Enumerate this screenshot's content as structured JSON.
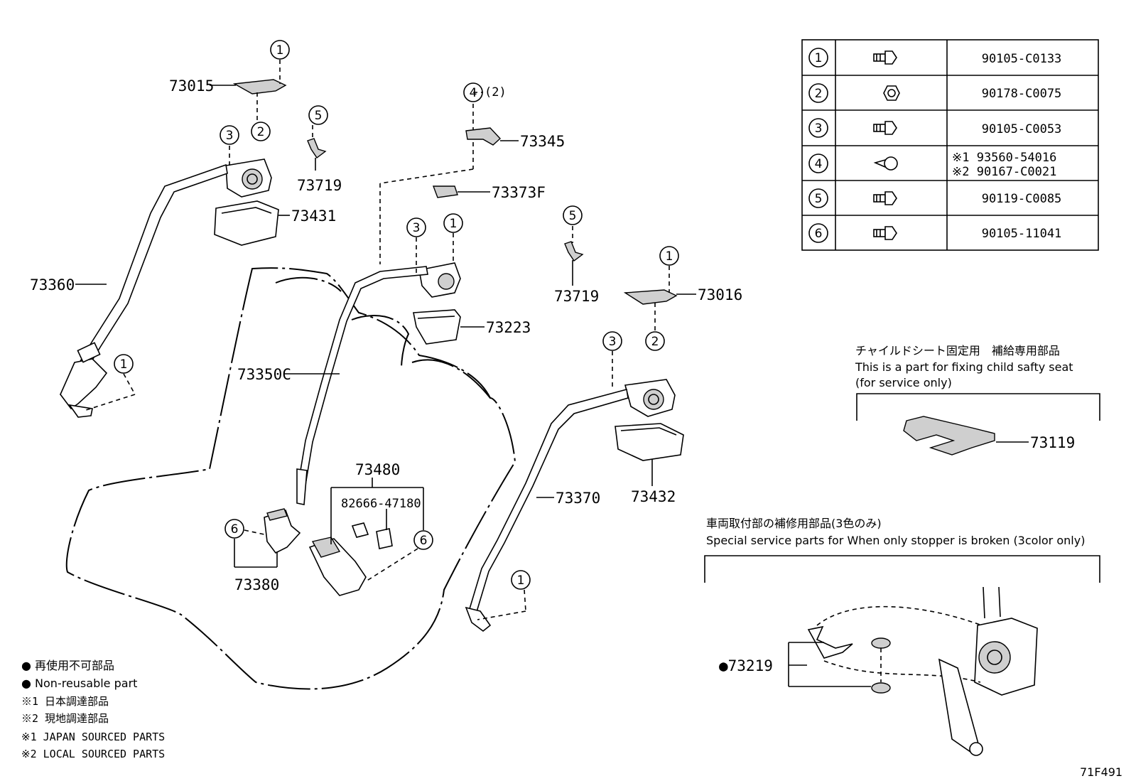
{
  "parts_table": [
    {
      "num": "1",
      "part_no": "90105-C0133",
      "fastener_icon": "bolt-icon"
    },
    {
      "num": "2",
      "part_no": "90178-C0075",
      "fastener_icon": "nut-icon"
    },
    {
      "num": "3",
      "part_no": "90105-C0053",
      "fastener_icon": "bolt-icon"
    },
    {
      "num": "4",
      "part_no_1": "※1 93560-54016",
      "part_no_2": "※2 90167-C0021",
      "fastener_icon": "screw-icon"
    },
    {
      "num": "5",
      "part_no": "90119-C0085",
      "fastener_icon": "bolt-icon"
    },
    {
      "num": "6",
      "part_no": "90105-11041",
      "fastener_icon": "bolt-icon"
    }
  ],
  "callouts": {
    "c1": "①",
    "c2": "②",
    "c3": "③",
    "c4": "④",
    "c5": "⑤",
    "c6": "⑥",
    "qty_2": "(2)"
  },
  "parts": {
    "p73015": "73015",
    "p73719a": "73719",
    "p73345": "73345",
    "p73373f": "73373F",
    "p73431": "73431",
    "p73360": "73360",
    "p73223": "73223",
    "p73350c": "73350C",
    "p73719b": "73719",
    "p73016": "73016",
    "p73370": "73370",
    "p73432": "73432",
    "p73480": "73480",
    "p82666": "82666-47180",
    "p73380": "73380",
    "p73119": "73119",
    "p73219": "●73219"
  },
  "child_seat_box": {
    "title_jp": "チャイルドシート固定用　補給専用部品",
    "title_en1": "This is a part for fixing child safty seat",
    "title_en2": "(for service only)"
  },
  "stopper_box": {
    "title_jp": "車両取付部の補修用部品(3色のみ)",
    "title_en": "Special service parts for When only stopper is broken (3color only)"
  },
  "legend": {
    "l1": "● 再使用不可部品",
    "l2": "● Non-reusable part",
    "l3": "※1 日本調達部品",
    "l4": "※2 現地調達部品",
    "l5": "※1 JAPAN SOURCED PARTS",
    "l6": "※2 LOCAL SOURCED PARTS"
  },
  "figure_code": "71F491"
}
